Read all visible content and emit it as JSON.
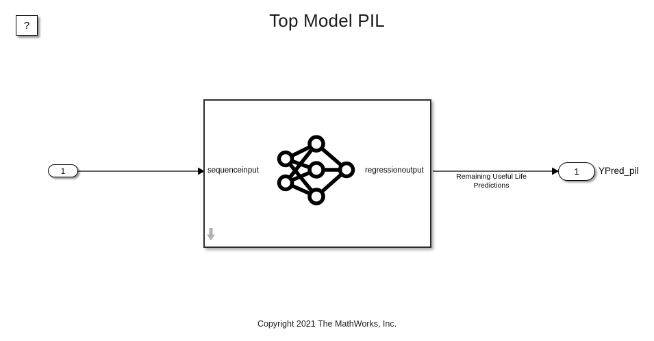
{
  "page": {
    "title": "Top Model PIL",
    "copyright": "Copyright 2021 The MathWorks, Inc.",
    "background_color": "#ffffff"
  },
  "help_button": {
    "label": "?",
    "name": "help-button"
  },
  "ports": {
    "input": {
      "label": "1",
      "name": "inport-1"
    },
    "output": {
      "label": "1",
      "external_label": "YPred_pil",
      "name": "outport-1"
    }
  },
  "subsystem": {
    "name": "deep-learning-subsystem",
    "input_port_label": "sequenceinput",
    "output_port_label": "regressionoutput",
    "corner_glyph": "down-arrow",
    "border_color": "#2b2b2b",
    "fill_color": "#ffffff"
  },
  "signals": {
    "output_signal_line1": "Remaining Useful Life",
    "output_signal_line2": "Predictions"
  },
  "network_icon": {
    "name": "neural-network-icon",
    "node_count": 6,
    "color": "#000000"
  }
}
